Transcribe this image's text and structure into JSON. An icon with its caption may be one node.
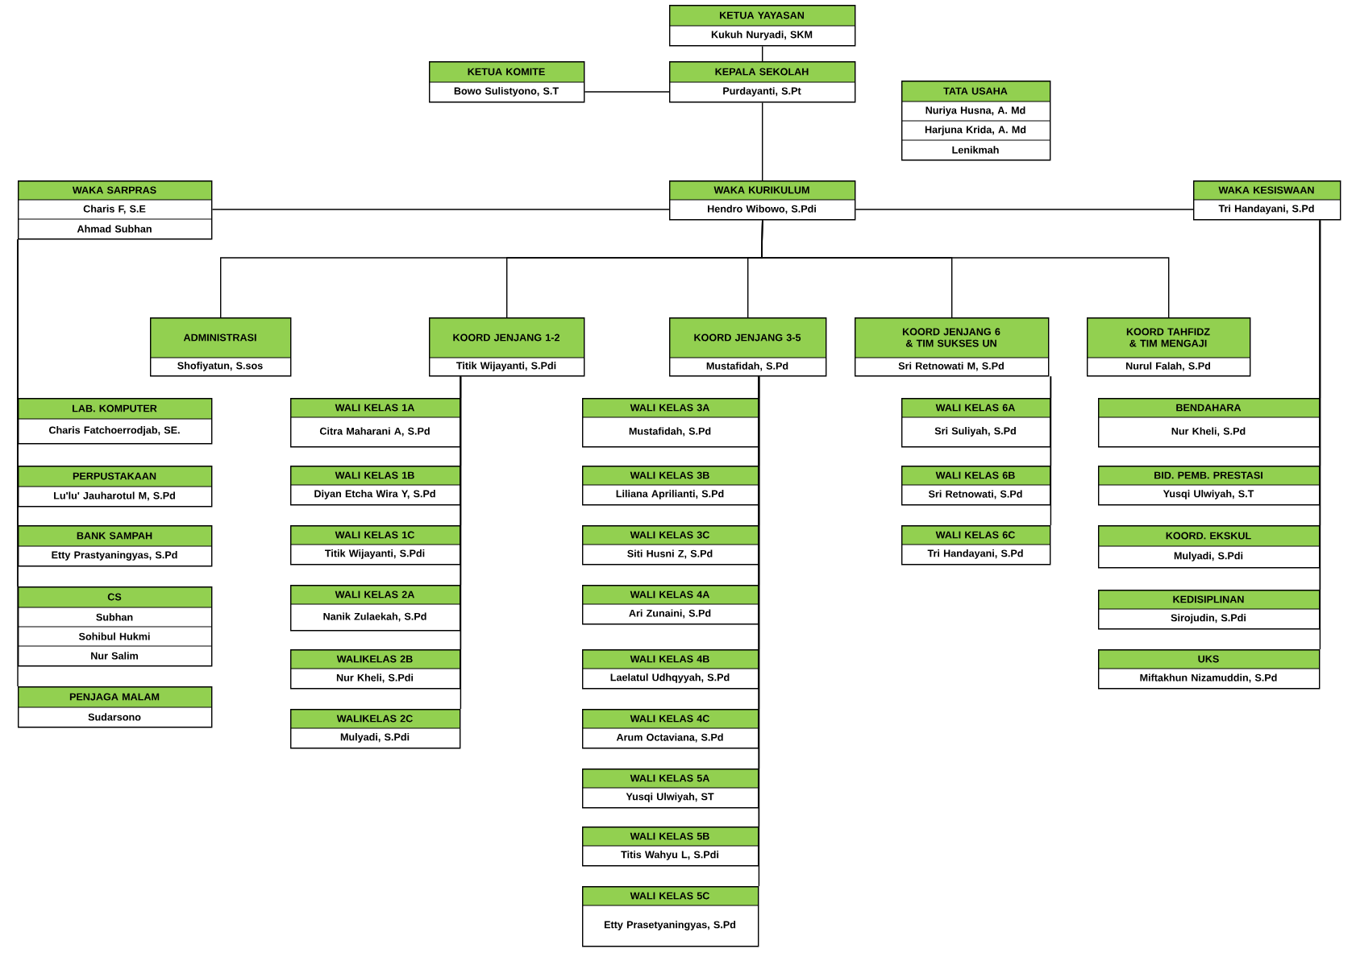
{
  "diagram": {
    "nodes": [
      {
        "text": [
          "KETUA YAYASAN",
          "Kukuh Nuryadi, SKM"
        ]
      },
      {
        "text": [
          "KETUA KOMITE",
          "Bowo Sulistyono, S.T"
        ]
      },
      {
        "text": [
          "KEPALA SEKOLAH",
          "Purdayanti, S.Pt"
        ]
      },
      {
        "text": [
          "TATA USAHA",
          "Nuriya Husna, A. Md",
          "Harjuna Krida, A. Md",
          "Lenikmah"
        ]
      },
      {
        "text": [
          "WAKA SARPRAS",
          "Charis F, S.E",
          "Ahmad Subhan"
        ]
      },
      {
        "text": [
          "WAKA KURIKULUM",
          "Hendro Wibowo, S.Pdi"
        ]
      },
      {
        "text": [
          "WAKA KESISWAAN",
          "Tri Handayani, S.Pd"
        ]
      },
      {
        "text": [
          "ADMINISTRASI",
          "Shofiyatun, S.sos"
        ]
      },
      {
        "text": [
          "KOORD JENJANG 1-2",
          "Titik Wijayanti, S.Pdi"
        ]
      },
      {
        "text": [
          "KOORD JENJANG 3-5",
          "Mustafidah, S.Pd"
        ]
      },
      {
        "text": [
          "KOORD JENJANG 6 & TIM SUKSES UN",
          "Sri Retnowati M, S.Pd"
        ]
      },
      {
        "text": [
          "KOORD TAHFIDZ & TIM MENGAJI",
          "Nurul Falah, S.Pd"
        ]
      },
      {
        "text": [
          "LAB. KOMPUTER",
          "Charis Fatchoerrodjab, SE."
        ]
      },
      {
        "text": [
          "PERPUSTAKAAN",
          "Lu'lu' Jauharotul M, S.Pd"
        ]
      },
      {
        "text": [
          "BANK SAMPAH",
          "Etty Prastyaningyas, S.Pd"
        ]
      },
      {
        "text": [
          "CS",
          "Subhan",
          "Sohibul Hukmi",
          "Nur Salim"
        ]
      },
      {
        "text": [
          "PENJAGA MALAM",
          "Sudarsono"
        ]
      },
      {
        "text": [
          "WALI KELAS 1A",
          "Citra Maharani A, S.Pd"
        ]
      },
      {
        "text": [
          "WALI KELAS 1B",
          "Diyan Etcha Wira Y, S.Pd"
        ]
      },
      {
        "text": [
          "WALI KELAS 1C",
          "Titik Wijayanti, S.Pdi"
        ]
      },
      {
        "text": [
          "WALI KELAS 2A",
          "Nanik Zulaekah, S.Pd"
        ]
      },
      {
        "text": [
          "WALIKELAS 2B",
          "Nur Kheli, S.Pdi"
        ]
      },
      {
        "text": [
          "WALIKELAS 2C",
          "Mulyadi, S.Pdi"
        ]
      },
      {
        "text": [
          "WALI KELAS 3A",
          "Mustafidah, S.Pd"
        ]
      },
      {
        "text": [
          "WALI KELAS 3B",
          "Liliana Aprilianti, S.Pd"
        ]
      },
      {
        "text": [
          "WALI KELAS 3C",
          "Siti Husni Z, S.Pd"
        ]
      },
      {
        "text": [
          "WALI KELAS 4A",
          "Ari Zunaini, S.Pd"
        ]
      },
      {
        "text": [
          "WALI KELAS 4B",
          "Laelatul Udhqyyah, S.Pd"
        ]
      },
      {
        "text": [
          "WALI KELAS 4C",
          "Arum Octaviana, S.Pd"
        ]
      },
      {
        "text": [
          "WALI KELAS 5A",
          "Yusqi Ulwiyah, ST"
        ]
      },
      {
        "text": [
          "WALI KELAS 5B",
          "Titis Wahyu L, S.Pdi"
        ]
      },
      {
        "text": [
          "WALI KELAS 5C",
          "Etty Prasetyaningyas, S.Pd"
        ]
      },
      {
        "text": [
          "WALI KELAS 6A",
          "Sri Suliyah, S.Pd"
        ]
      },
      {
        "text": [
          "WALI KELAS 6B",
          "Sri Retnowati, S.Pd"
        ]
      },
      {
        "text": [
          "WALI KELAS 6C",
          "Tri Handayani, S.Pd"
        ]
      },
      {
        "text": [
          "BENDAHARA",
          "Nur Kheli, S.Pd"
        ]
      },
      {
        "text": [
          "BID. PEMB. PRESTASI",
          "Yusqi Ulwiyah, S.T"
        ]
      },
      {
        "text": [
          "KOORD. EKSKUL",
          "Mulyadi, S.Pdi"
        ]
      },
      {
        "text": [
          "KEDISIPLINAN",
          "Sirojudin, S.Pdi"
        ]
      },
      {
        "text": [
          "UKS",
          "Miftakhun Nizamuddin, S.Pd"
        ]
      }
    ],
    "edges": [
      {
        "from": 0,
        "to": 2,
        "arrow": "none"
      },
      {
        "from": 1,
        "to": 2,
        "arrow": "none"
      },
      {
        "from": 2,
        "to": 5,
        "arrow": "none"
      },
      {
        "from": 4,
        "to": 5,
        "arrow": "none"
      },
      {
        "from": 5,
        "to": 6,
        "arrow": "none"
      },
      {
        "from": 5,
        "to": 7,
        "arrow": "none"
      },
      {
        "from": 5,
        "to": 8,
        "arrow": "none"
      },
      {
        "from": 5,
        "to": 9,
        "arrow": "none"
      },
      {
        "from": 5,
        "to": 10,
        "arrow": "none"
      },
      {
        "from": 5,
        "to": 11,
        "arrow": "none"
      },
      {
        "from": 4,
        "to": 12,
        "arrow": "none"
      },
      {
        "from": 4,
        "to": 13,
        "arrow": "none"
      },
      {
        "from": 4,
        "to": 14,
        "arrow": "none"
      },
      {
        "from": 4,
        "to": 15,
        "arrow": "none"
      },
      {
        "from": 4,
        "to": 16,
        "arrow": "none"
      },
      {
        "from": 8,
        "to": 17,
        "arrow": "none"
      },
      {
        "from": 8,
        "to": 18,
        "arrow": "none"
      },
      {
        "from": 8,
        "to": 19,
        "arrow": "none"
      },
      {
        "from": 8,
        "to": 20,
        "arrow": "none"
      },
      {
        "from": 8,
        "to": 21,
        "arrow": "none"
      },
      {
        "from": 8,
        "to": 22,
        "arrow": "none"
      },
      {
        "from": 9,
        "to": 23,
        "arrow": "none"
      },
      {
        "from": 9,
        "to": 24,
        "arrow": "none"
      },
      {
        "from": 9,
        "to": 25,
        "arrow": "none"
      },
      {
        "from": 9,
        "to": 26,
        "arrow": "none"
      },
      {
        "from": 9,
        "to": 27,
        "arrow": "none"
      },
      {
        "from": 9,
        "to": 28,
        "arrow": "none"
      },
      {
        "from": 9,
        "to": 29,
        "arrow": "none"
      },
      {
        "from": 9,
        "to": 30,
        "arrow": "none"
      },
      {
        "from": 9,
        "to": 31,
        "arrow": "none"
      },
      {
        "from": 10,
        "to": 32,
        "arrow": "none"
      },
      {
        "from": 10,
        "to": 33,
        "arrow": "none"
      },
      {
        "from": 10,
        "to": 34,
        "arrow": "none"
      },
      {
        "from": 6,
        "to": 35,
        "arrow": "none"
      },
      {
        "from": 6,
        "to": 36,
        "arrow": "none"
      },
      {
        "from": 6,
        "to": 37,
        "arrow": "none"
      },
      {
        "from": 6,
        "to": 38,
        "arrow": "none"
      },
      {
        "from": 6,
        "to": 39,
        "arrow": "none"
      }
    ]
  }
}
